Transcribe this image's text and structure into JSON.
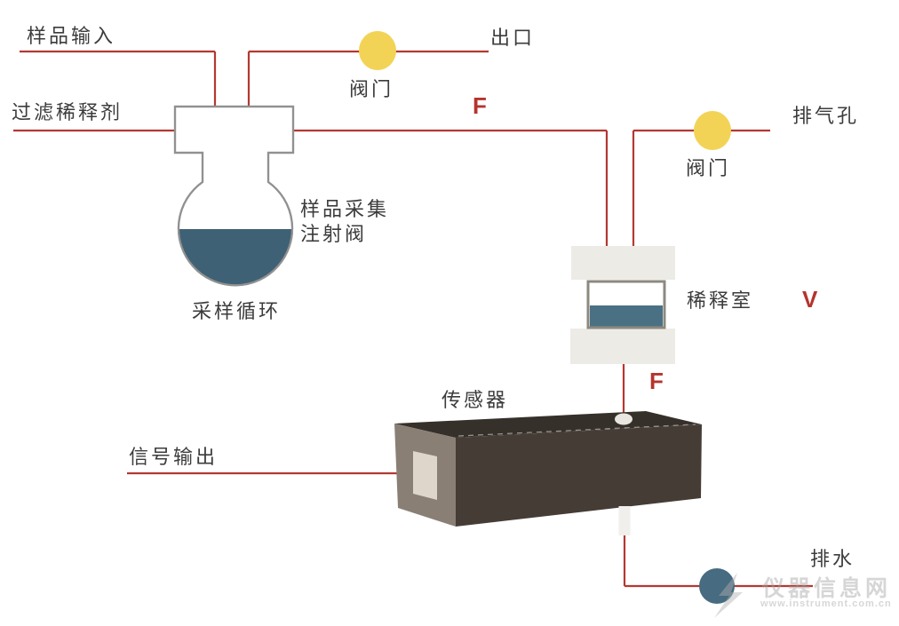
{
  "diagram": {
    "type": "instrument-flow-schematic",
    "labels": {
      "sample_input": "样品输入",
      "filter_diluent": "过滤稀释剂",
      "outlet": "出口",
      "valve_top": "阀门",
      "valve_vent": "阀门",
      "vent_hole": "排气孔",
      "sample_injection_valve": "样品采集\n注射阀",
      "sampling_loop": "采样循环",
      "dilution_chamber": "稀释室",
      "sensor": "传感器",
      "signal_output": "信号输出",
      "drain": "排水",
      "flow_marker_top": "F",
      "flow_marker_mid": "F",
      "volume_marker": "V"
    },
    "watermark": {
      "site_name": "仪器信息网",
      "site_url": "www.instrument.com.cn"
    },
    "colors": {
      "line_red": "#b43831",
      "marker_red": "#b5342c",
      "valve_yellow": "#f2d355",
      "flask_liquid": "#3e6175",
      "chamber_liquid": "#4a7183",
      "drain_dot": "#476b80",
      "chamber_block": "#edebe6",
      "vessel_border": "#8d897f",
      "outline_gray": "#919191",
      "sensor_front": "#453c36",
      "sensor_top": "#36302b",
      "sensor_side": "#8a7f75",
      "sensor_port": "#ded6cb",
      "label_text": "#3c3c3c"
    }
  }
}
